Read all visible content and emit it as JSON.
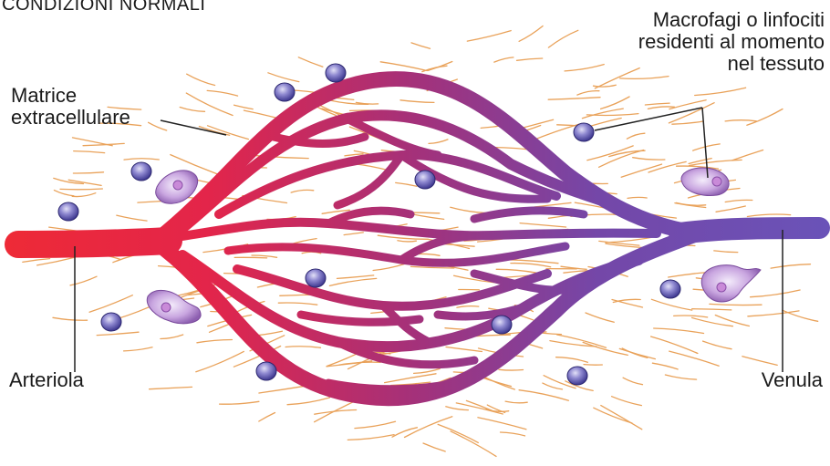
{
  "title": "CONDIZIONI NORMALI",
  "labels": {
    "matrix_line1": "Matrice",
    "matrix_line2": "extracellulare",
    "macro_line1": "Macrofagi o linfociti",
    "macro_line2": "residenti al momento",
    "macro_line3": "nel tessuto",
    "arteriola": "Arteriola",
    "venula": "Venula"
  },
  "colors": {
    "arterial": "#e8263a",
    "venous": "#6d4fb4",
    "fiber": "#e9a25a",
    "cell": "#6b63b8",
    "macrophage": "#b88fd0"
  }
}
